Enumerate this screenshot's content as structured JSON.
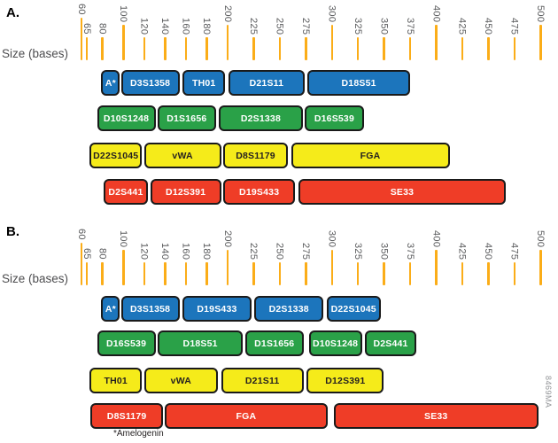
{
  "figure": {
    "panel_a_label": "A.",
    "panel_b_label": "B.",
    "axis_label": "Size (bases)",
    "footnote": "*Amelogenin",
    "figure_id": "8469MA"
  },
  "colors": {
    "tick": "#FBAD18",
    "tick_label": "#58595B",
    "axis_caption": "#4D4D4F",
    "box_border": "#1A1A1A",
    "blue": "#1C75BC",
    "green": "#2AA148",
    "yellow": "#F5EB1A",
    "red": "#EF3D27",
    "text_light": "#FFFFFF",
    "text_dark": "#231F20"
  },
  "chart_data": [
    {
      "panel": "A.",
      "type": "bar",
      "mode": "horizontal-size-range",
      "xlabel": "Size (bases)",
      "xlim": [
        60,
        500
      ],
      "x_ticks": [
        60,
        65,
        80,
        100,
        120,
        140,
        160,
        180,
        200,
        225,
        250,
        275,
        300,
        325,
        350,
        375,
        400,
        425,
        450,
        475,
        500
      ],
      "series": [
        {
          "dye": "blue",
          "color": "#1C75BC",
          "label_color": "#FFFFFF",
          "markers": [
            {
              "label": "A*",
              "start": 79,
              "end": 97
            },
            {
              "label": "D3S1358",
              "start": 98,
              "end": 154
            },
            {
              "label": "TH01",
              "start": 157,
              "end": 198
            },
            {
              "label": "D21S11",
              "start": 201,
              "end": 274
            },
            {
              "label": "D18S51",
              "start": 277,
              "end": 375
            }
          ]
        },
        {
          "dye": "green",
          "color": "#2AA148",
          "label_color": "#FFFFFF",
          "markers": [
            {
              "label": "D10S1248",
              "start": 75,
              "end": 131
            },
            {
              "label": "D1S1656",
              "start": 133,
              "end": 189
            },
            {
              "label": "D2S1338",
              "start": 192,
              "end": 272
            },
            {
              "label": "D16S539",
              "start": 274,
              "end": 331
            }
          ]
        },
        {
          "dye": "yellow",
          "color": "#F5EB1A",
          "label_color": "#231F20",
          "markers": [
            {
              "label": "D22S1045",
              "start": 68,
              "end": 118
            },
            {
              "label": "vWA",
              "start": 120,
              "end": 194
            },
            {
              "label": "D8S1179",
              "start": 196,
              "end": 258
            },
            {
              "label": "FGA",
              "start": 261,
              "end": 413
            }
          ]
        },
        {
          "dye": "red",
          "color": "#EF3D27",
          "label_color": "#FFFFFF",
          "markers": [
            {
              "label": "D2S441",
              "start": 81,
              "end": 124
            },
            {
              "label": "D12S391",
              "start": 126,
              "end": 194
            },
            {
              "label": "D19S433",
              "start": 196,
              "end": 265
            },
            {
              "label": "SE33",
              "start": 268,
              "end": 467
            }
          ]
        }
      ]
    },
    {
      "panel": "B.",
      "type": "bar",
      "mode": "horizontal-size-range",
      "xlabel": "Size (bases)",
      "xlim": [
        60,
        500
      ],
      "x_ticks": [
        60,
        65,
        80,
        100,
        120,
        140,
        160,
        180,
        200,
        225,
        250,
        275,
        300,
        325,
        350,
        375,
        400,
        425,
        450,
        475,
        500
      ],
      "series": [
        {
          "dye": "blue",
          "color": "#1C75BC",
          "label_color": "#FFFFFF",
          "markers": [
            {
              "label": "A*",
              "start": 79,
              "end": 97
            },
            {
              "label": "D3S1358",
              "start": 98,
              "end": 154
            },
            {
              "label": "D19S433",
              "start": 157,
              "end": 223
            },
            {
              "label": "D2S1338",
              "start": 226,
              "end": 292
            },
            {
              "label": "D22S1045",
              "start": 295,
              "end": 347
            }
          ]
        },
        {
          "dye": "green",
          "color": "#2AA148",
          "label_color": "#FFFFFF",
          "markers": [
            {
              "label": "D16S539",
              "start": 75,
              "end": 131
            },
            {
              "label": "D18S51",
              "start": 133,
              "end": 215
            },
            {
              "label": "D1S1656",
              "start": 217,
              "end": 273
            },
            {
              "label": "D10S1248",
              "start": 278,
              "end": 329
            },
            {
              "label": "D2S441",
              "start": 332,
              "end": 381
            }
          ]
        },
        {
          "dye": "yellow",
          "color": "#F5EB1A",
          "label_color": "#231F20",
          "markers": [
            {
              "label": "TH01",
              "start": 68,
              "end": 118
            },
            {
              "label": "vWA",
              "start": 120,
              "end": 191
            },
            {
              "label": "D21S11",
              "start": 194,
              "end": 273
            },
            {
              "label": "D12S391",
              "start": 276,
              "end": 350
            }
          ]
        },
        {
          "dye": "red",
          "color": "#EF3D27",
          "label_color": "#FFFFFF",
          "markers": [
            {
              "label": "D8S1179",
              "start": 69,
              "end": 138
            },
            {
              "label": "FGA",
              "start": 140,
              "end": 296
            },
            {
              "label": "SE33",
              "start": 302,
              "end": 498
            }
          ]
        }
      ]
    }
  ]
}
